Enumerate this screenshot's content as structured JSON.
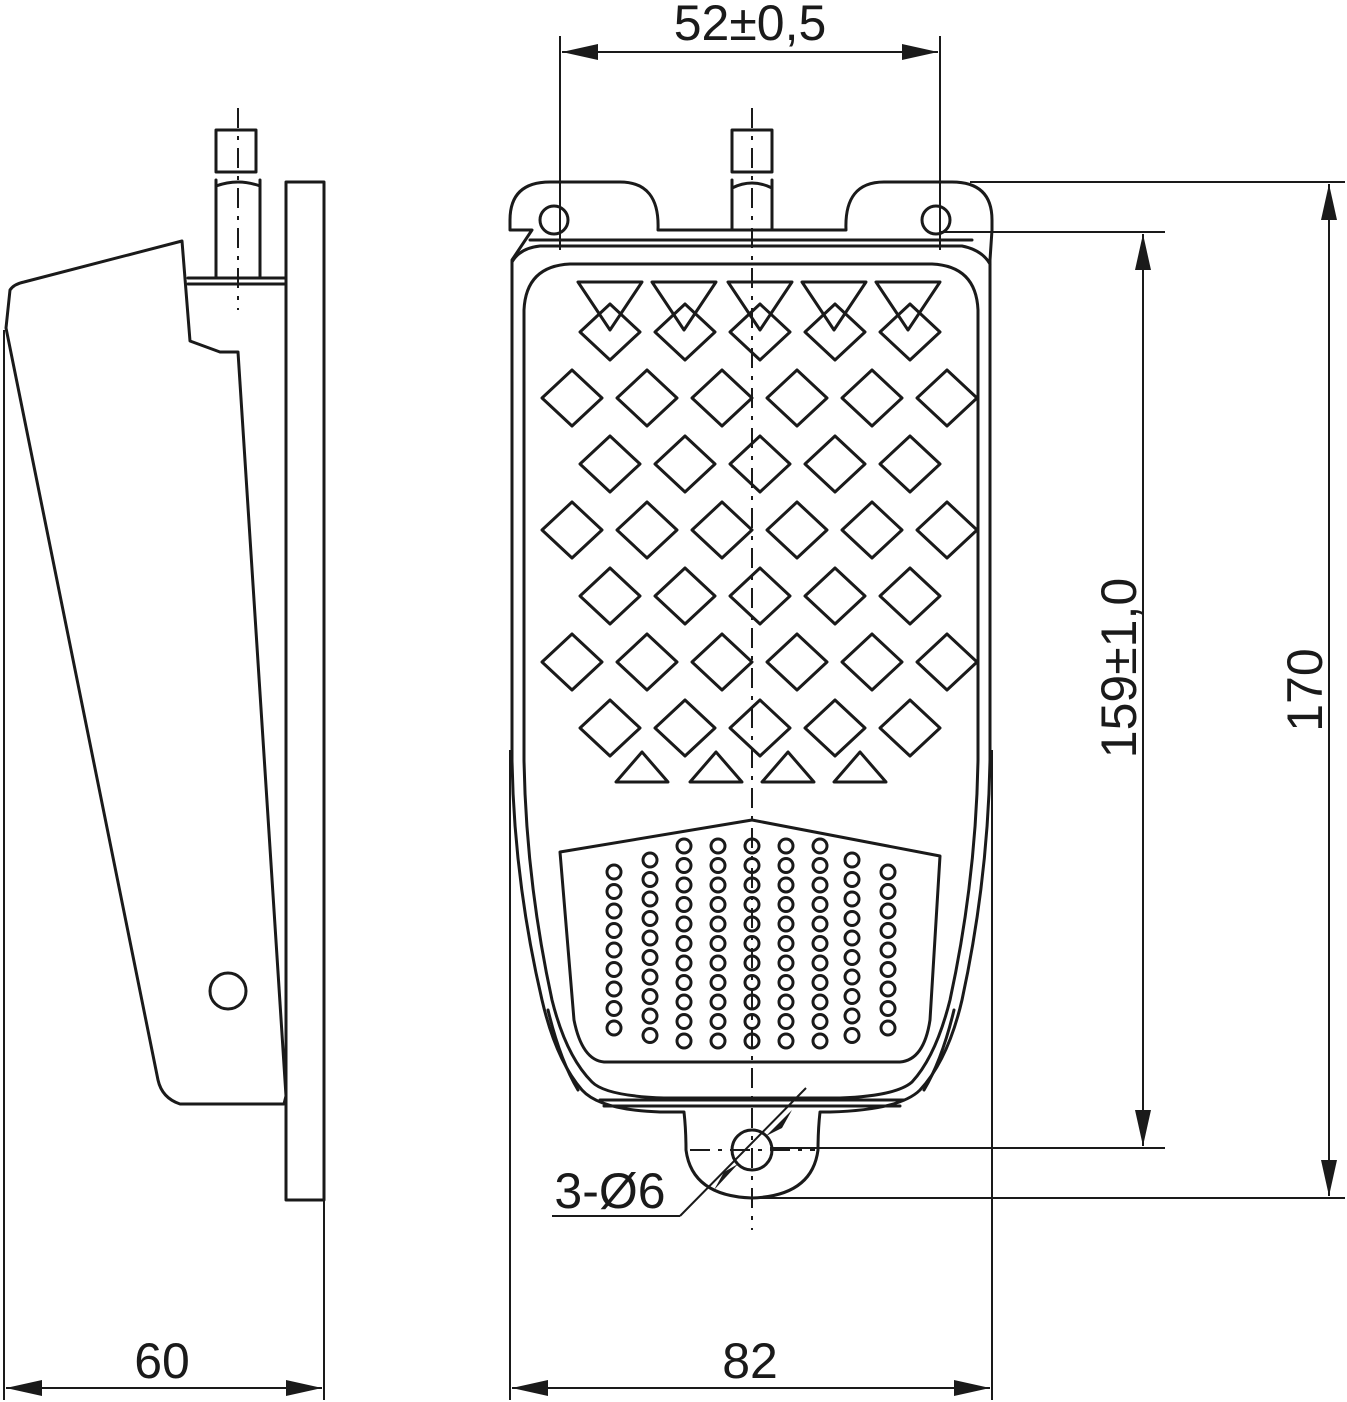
{
  "dimensions": {
    "hole_spacing": "52±0,5",
    "hole_height": "159±1,0",
    "total_height": "170",
    "side_depth": "60",
    "width": "82",
    "holes": "3-Ø6"
  },
  "views": [
    "side-view",
    "front-view"
  ],
  "colors": {
    "line": "#1a1a1a",
    "background": "#ffffff"
  }
}
